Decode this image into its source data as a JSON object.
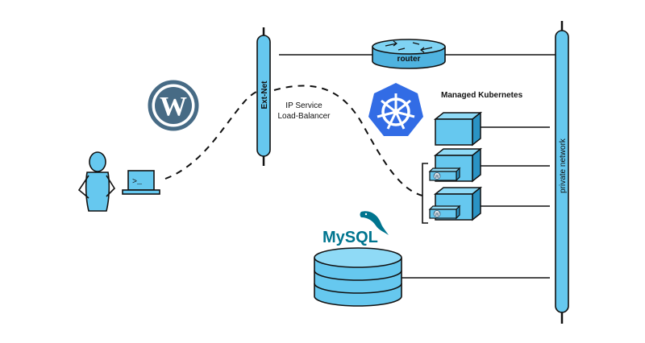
{
  "labels": {
    "ext_net": "Ext-Net",
    "router": "router",
    "ip_service_line1": "IP Service",
    "ip_service_line2": "Load-Balancer",
    "managed_kubernetes": "Managed Kubernetes",
    "private_network": "private network",
    "mysql_brand": "MySQL",
    "wordpress_mark": "W",
    "terminal_prompt": ">_",
    "pod_mark": "W"
  },
  "colors": {
    "component_fill": "#66c8ef",
    "component_dark": "#2a93c4",
    "kubernetes_blue": "#326ce5",
    "wordpress_gray": "#476b85",
    "mysql_blue": "#00758f",
    "mysql_orange": "#f29111",
    "outline": "#111111"
  },
  "icons": [
    "wordpress-logo",
    "user-figure",
    "laptop-icon",
    "kubernetes-logo",
    "mysql-logo",
    "router-icon",
    "database-icon",
    "container-node"
  ]
}
